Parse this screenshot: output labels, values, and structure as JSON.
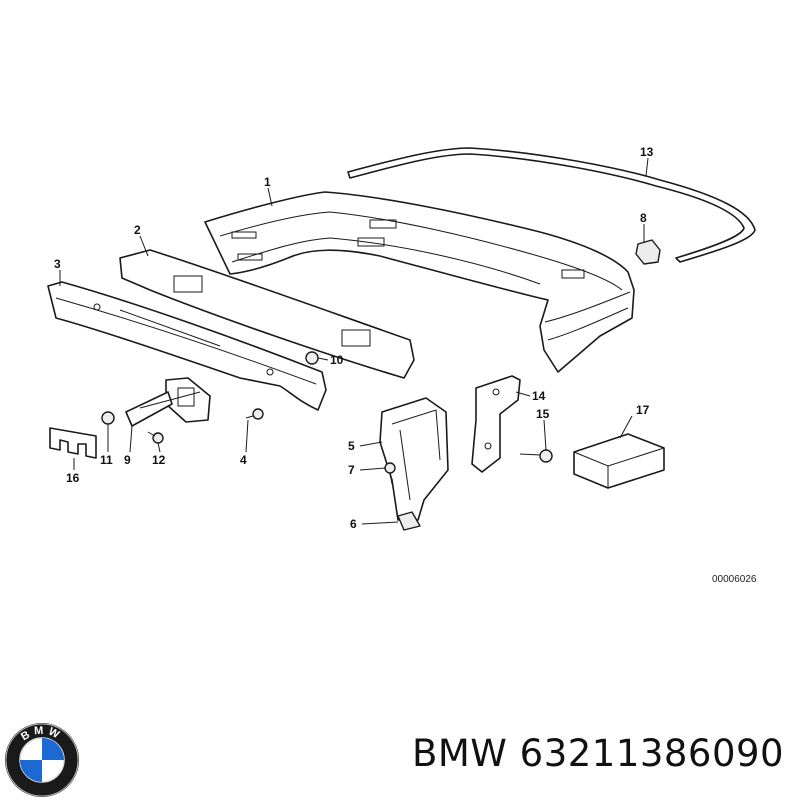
{
  "diagram": {
    "callouts": [
      "1",
      "2",
      "3",
      "4",
      "5",
      "6",
      "7",
      "8",
      "9",
      "10",
      "11",
      "12",
      "13",
      "14",
      "15",
      "16",
      "17"
    ],
    "reference_code": "00006026"
  },
  "footer": {
    "brand_logo_text": "BMW",
    "part_number": "BMW 63211386090"
  },
  "colors": {
    "line": "#1a1a1a",
    "logo_blue": "#1c69d4",
    "logo_ring": "#1a1a1a"
  }
}
